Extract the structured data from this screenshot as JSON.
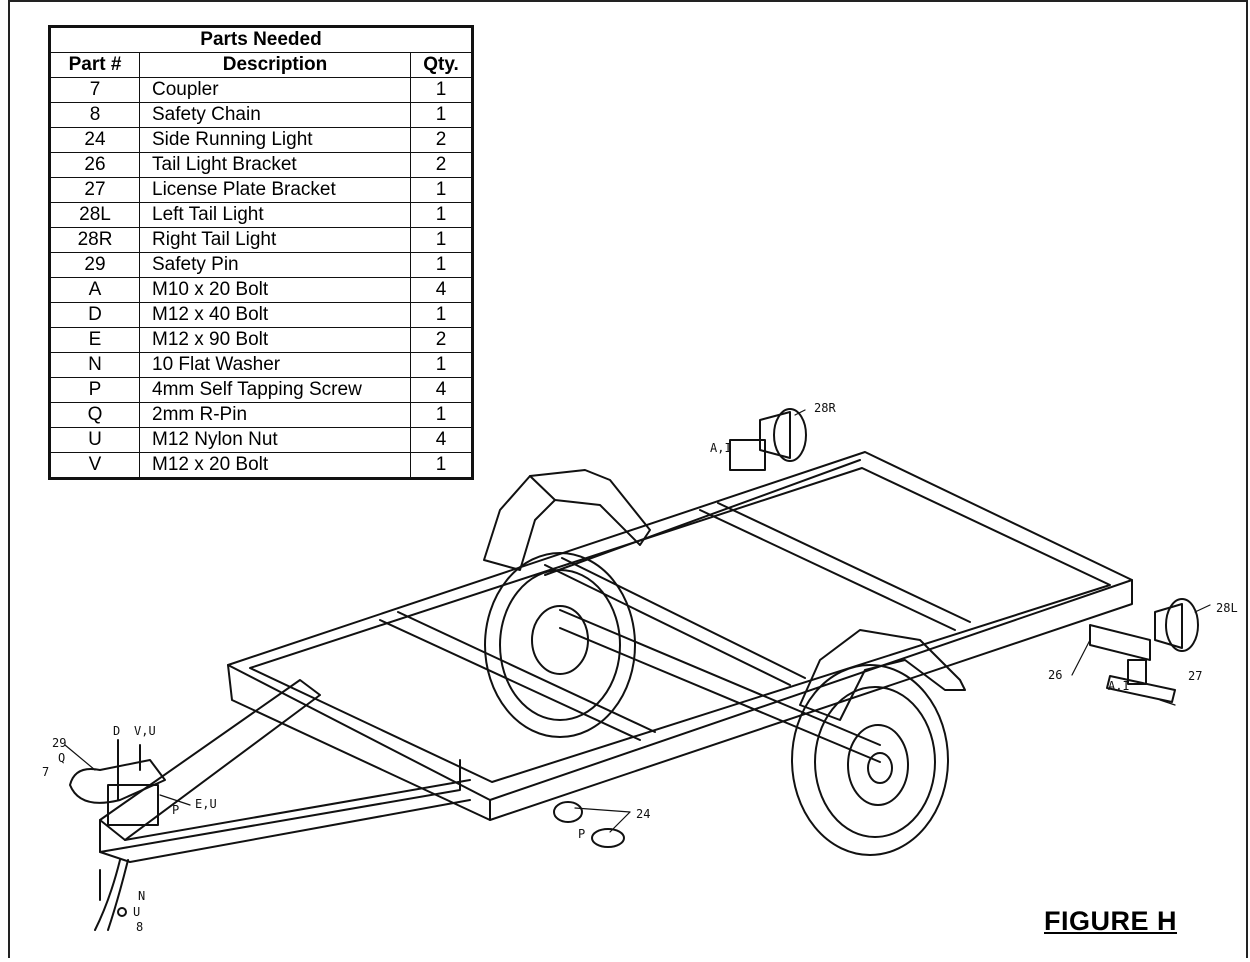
{
  "parts_table": {
    "title": "Parts Needed",
    "headers": {
      "part": "Part #",
      "description": "Description",
      "qty": "Qty."
    },
    "rows": [
      {
        "part": "7",
        "description": "Coupler",
        "qty": "1"
      },
      {
        "part": "8",
        "description": "Safety Chain",
        "qty": "1"
      },
      {
        "part": "24",
        "description": "Side Running Light",
        "qty": "2"
      },
      {
        "part": "26",
        "description": "Tail Light Bracket",
        "qty": "2"
      },
      {
        "part": "27",
        "description": "License Plate Bracket",
        "qty": "1"
      },
      {
        "part": "28L",
        "description": "Left Tail Light",
        "qty": "1"
      },
      {
        "part": "28R",
        "description": "Right Tail Light",
        "qty": "1"
      },
      {
        "part": "29",
        "description": "Safety Pin",
        "qty": "1"
      },
      {
        "part": "A",
        "description": "M10 x 20 Bolt",
        "qty": "4"
      },
      {
        "part": "D",
        "description": "M12 x 40 Bolt",
        "qty": "1"
      },
      {
        "part": "E",
        "description": "M12 x 90 Bolt",
        "qty": "2"
      },
      {
        "part": "N",
        "description": "10 Flat Washer",
        "qty": "1"
      },
      {
        "part": "P",
        "description": "4mm Self Tapping Screw",
        "qty": "4"
      },
      {
        "part": "Q",
        "description": "2mm R-Pin",
        "qty": "1"
      },
      {
        "part": "U",
        "description": "M12 Nylon Nut",
        "qty": "4"
      },
      {
        "part": "V",
        "description": "M12 x 20 Bolt",
        "qty": "1"
      }
    ]
  },
  "callouts": {
    "r28R": "28R",
    "r28L": "28L",
    "ai_right": "A,I",
    "ai_left": "A,I",
    "r26": "26",
    "r27": "27",
    "r24": "24",
    "p_light": "P",
    "p_tongue": "P",
    "eu": "E,U",
    "d": "D",
    "vu": "V,U",
    "r29": "29",
    "q": "Q",
    "r7": "7",
    "n": "N",
    "u": "U",
    "r8": "8"
  },
  "figure_label": "FIGURE H"
}
